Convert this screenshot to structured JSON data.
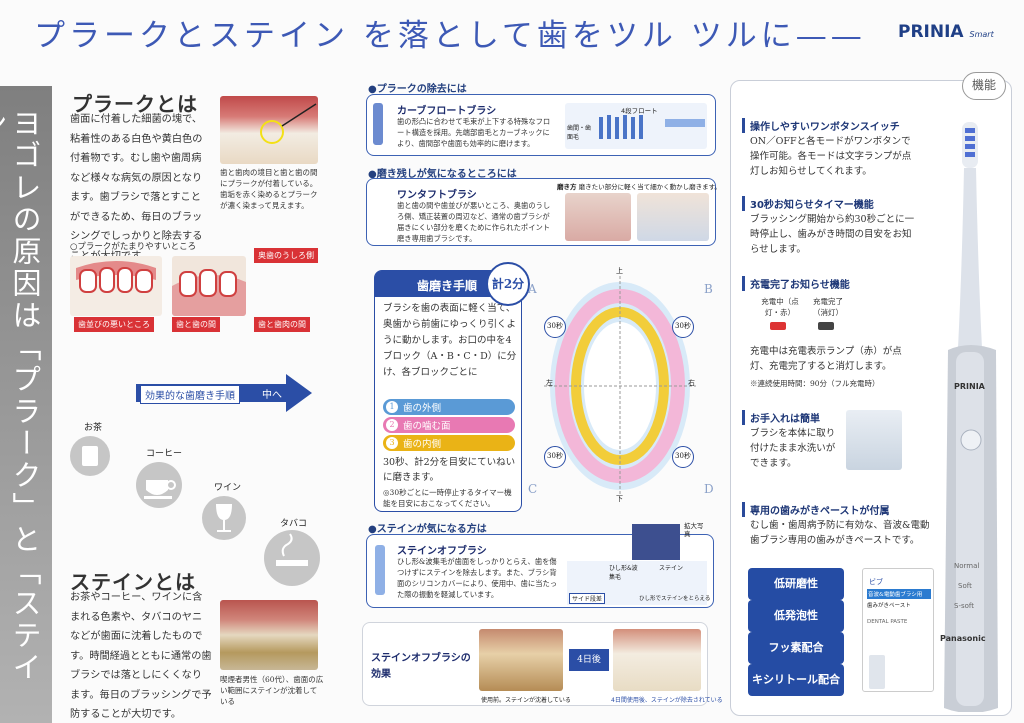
{
  "header": {
    "title": "プラークとステイン を落として歯をツル ツルに——",
    "brand": "PRINIA",
    "brand_sub": "Smart"
  },
  "band_text": "ヨゴレの原因は「プラーク」と「ステイン」",
  "plaque": {
    "heading": "プラークとは",
    "body": "歯面に付着した細菌の塊で、粘着性のある白色や黄白色の付着物です。むし歯や歯周病など様々な病気の原因となります。歯ブラシで落とすことができるため、毎日のブラッシングでしっかりと除去することが大切です。",
    "photo_caption": "歯と歯肉の境目と歯と歯の間にプラークが付着している。歯垢を赤く染めるとプラークが濃く染まって見えます。",
    "spots_label": "○プラークがたまりやすいところ",
    "tags": [
      "奥歯のうしろ側",
      "歯並びの悪いところ",
      "歯と歯の間",
      "歯と歯肉の間"
    ]
  },
  "effective": {
    "label": "効果的な歯磨き手順",
    "next": "中へ"
  },
  "drinks": [
    {
      "label": "お茶",
      "icon": "tea-cup-icon"
    },
    {
      "label": "コーヒー",
      "icon": "coffee-cup-icon"
    },
    {
      "label": "ワイン",
      "icon": "wine-glass-icon"
    },
    {
      "label": "タバコ",
      "icon": "cigarette-icon"
    }
  ],
  "stain": {
    "heading": "ステインとは",
    "body": "お茶やコーヒー、ワインに含まれる色素や、タバコのヤニなどが歯面に沈着したものです。時間経過とともに通常の歯ブラシでは落としにくくなります。毎日のブラッシングで予防することが大切です。",
    "photo_caption": "喫煙者男性（60代）、歯面の広い範囲にステインが沈着している"
  },
  "plaque_removal": {
    "section": "●プラークの除去には",
    "item_title": "カーブフロートブラシ",
    "item_text": "歯の形凸に合わせて毛束が上下する特殊なフロート構造を採用。先端部歯毛とカーブネックにより、歯間部や歯面も効率的に磨けます。",
    "diagram_label": "4段フロート",
    "diagram_side": "歯間・歯面毛"
  },
  "leftover": {
    "section": "●磨き残しが気になるところには",
    "item_title": "ワンタフトブラシ",
    "item_text": "歯と歯の間や歯並びが悪いところ、奥歯のうしろ側、矯正装置の周辺など、通常の歯ブラシが届きにくい部分を磨くために作られたポイント磨き専用歯ブラシです。",
    "note_head": "磨き方",
    "note": "磨きたい部分に軽く当て細かく動かし磨きます。"
  },
  "procedure": {
    "title": "歯磨き手順",
    "total": "計2分",
    "body": "ブラシを歯の表面に軽く当て、奥歯から前歯にゆっくり引くように動かします。お口の中を4ブロック（A・B・C・D）に分け、各ブロックごとに",
    "steps": [
      {
        "num": "1",
        "label": "歯の外側",
        "color": "#5a9ad6"
      },
      {
        "num": "2",
        "label": "歯の噛む面",
        "color": "#e879b3"
      },
      {
        "num": "3",
        "label": "歯の内側",
        "color": "#eab316"
      }
    ],
    "tail": "30秒、計2分を目安にていねいに磨きます。",
    "note": "◎30秒ごとに一時停止するタイマー機能を目安におこなってください。",
    "quadrants": [
      "A",
      "B",
      "C",
      "D"
    ],
    "timers": [
      "30秒",
      "30秒",
      "30秒",
      "30秒"
    ],
    "dirs": {
      "top": "上",
      "bottom": "下",
      "left": "左",
      "right": "右"
    }
  },
  "stain_section": {
    "section": "●ステインが気になる方は",
    "item_title": "ステインオフブラシ",
    "item_text": "ひし形&波集毛が歯面をしっかりとらえ、歯を傷つけずにステインを除去します。また、ブラシ背面のシリコンカバーにより、使用中、歯に当たった際の振動を軽減しています。",
    "zoom_label": "拡大写真",
    "labels": [
      "サイド段差",
      "ひし形&波集毛",
      "ステイン",
      "ひし形でステインをとらえる"
    ]
  },
  "effect": {
    "title": "ステインオフブラシの効果",
    "arrow": "4日後",
    "before": "使用前。ステインが沈着している",
    "after": "4日間使用後、ステインが除去されている"
  },
  "features": {
    "badge": "機能",
    "items": [
      {
        "title": "操作しやすいワンボタンスイッチ",
        "text": "ON／OFFと各モードがワンボタンで操作可能。各モードは文字ランプが点灯しお知らせしてくれます。"
      },
      {
        "title": "30秒お知らせタイマー機能",
        "text": "ブラッシング開始から約30秒ごとに一時停止し、歯みがき時間の目安をお知らせします。"
      },
      {
        "title": "充電完了お知らせ機能",
        "text": "充電中は充電表示ランプ（赤）が点灯、充電完了すると消灯します。"
      },
      {
        "title": "お手入れは簡単",
        "text": "ブラシを本体に取り付けたまま水洗いができます。"
      },
      {
        "title": "専用の歯みがきペーストが付属",
        "text": "むし歯・歯周病予防に有効な、音波&電動歯ブラシ専用の歯みがきペーストです。"
      }
    ],
    "charging": "充電中（点灯・赤）",
    "charged": "充電完了（消灯）",
    "usage": "※連続使用時間：90分（フル充電時）",
    "paste_pills": [
      "低研磨性",
      "低発泡性",
      "フッ素配合",
      "キシリトール配合"
    ]
  },
  "device": {
    "logo": "PRINIA",
    "modes": [
      "Normal",
      "Soft",
      "S-soft"
    ],
    "maker": "Panasonic"
  },
  "paste": {
    "brand": "ビブ",
    "line1": "音波&電動歯ブラシ用",
    "line2": "歯みがきペースト",
    "label": "DENTAL PASTE"
  }
}
